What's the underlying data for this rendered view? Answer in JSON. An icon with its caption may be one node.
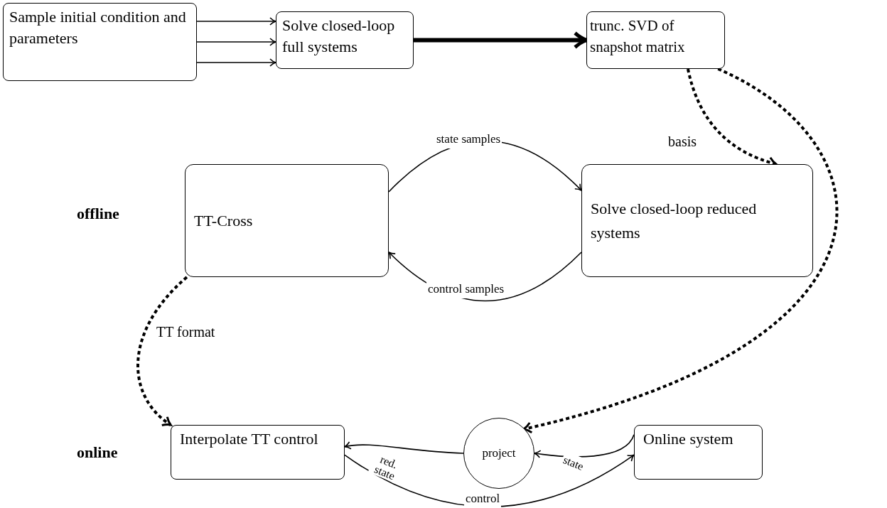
{
  "diagram": {
    "nodes": [
      {
        "text": [
          "Sample initial condition and parameters"
        ]
      },
      {
        "text": [
          "Solve closed-loop full systems"
        ]
      },
      {
        "text": [
          "trunc. SVD of snapshot matrix"
        ]
      },
      {
        "text": [
          "TT-Cross"
        ]
      },
      {
        "text": [
          "Solve closed-loop reduced systems"
        ]
      },
      {
        "text": [
          "project"
        ]
      },
      {
        "text": [
          "Interpolate TT control"
        ]
      },
      {
        "text": [
          "Online system"
        ]
      }
    ],
    "edges": [
      {
        "from": 0,
        "to": 1,
        "arrow": "to"
      },
      {
        "from": 0,
        "to": 1,
        "arrow": "to"
      },
      {
        "from": 0,
        "to": 1,
        "arrow": "to"
      },
      {
        "from": 1,
        "to": 2,
        "arrow": "to",
        "style": "thick"
      },
      {
        "from": 2,
        "to": 4,
        "arrow": "to",
        "style": "dashed",
        "label": "basis"
      },
      {
        "from": 2,
        "to": 5,
        "arrow": "to",
        "style": "dashed"
      },
      {
        "from": 3,
        "to": 4,
        "arrow": "to",
        "label": "state samples"
      },
      {
        "from": 4,
        "to": 3,
        "arrow": "to",
        "label": "control samples"
      },
      {
        "from": 3,
        "to": 6,
        "arrow": "to",
        "style": "dashed",
        "label": "TT format"
      },
      {
        "from": 5,
        "to": 6,
        "arrow": "to",
        "label": "red. state"
      },
      {
        "from": 7,
        "to": 5,
        "arrow": "to",
        "label": "state"
      },
      {
        "from": 6,
        "to": 7,
        "arrow": "to",
        "label": "control"
      }
    ],
    "labels": [
      "offline",
      "online"
    ]
  }
}
